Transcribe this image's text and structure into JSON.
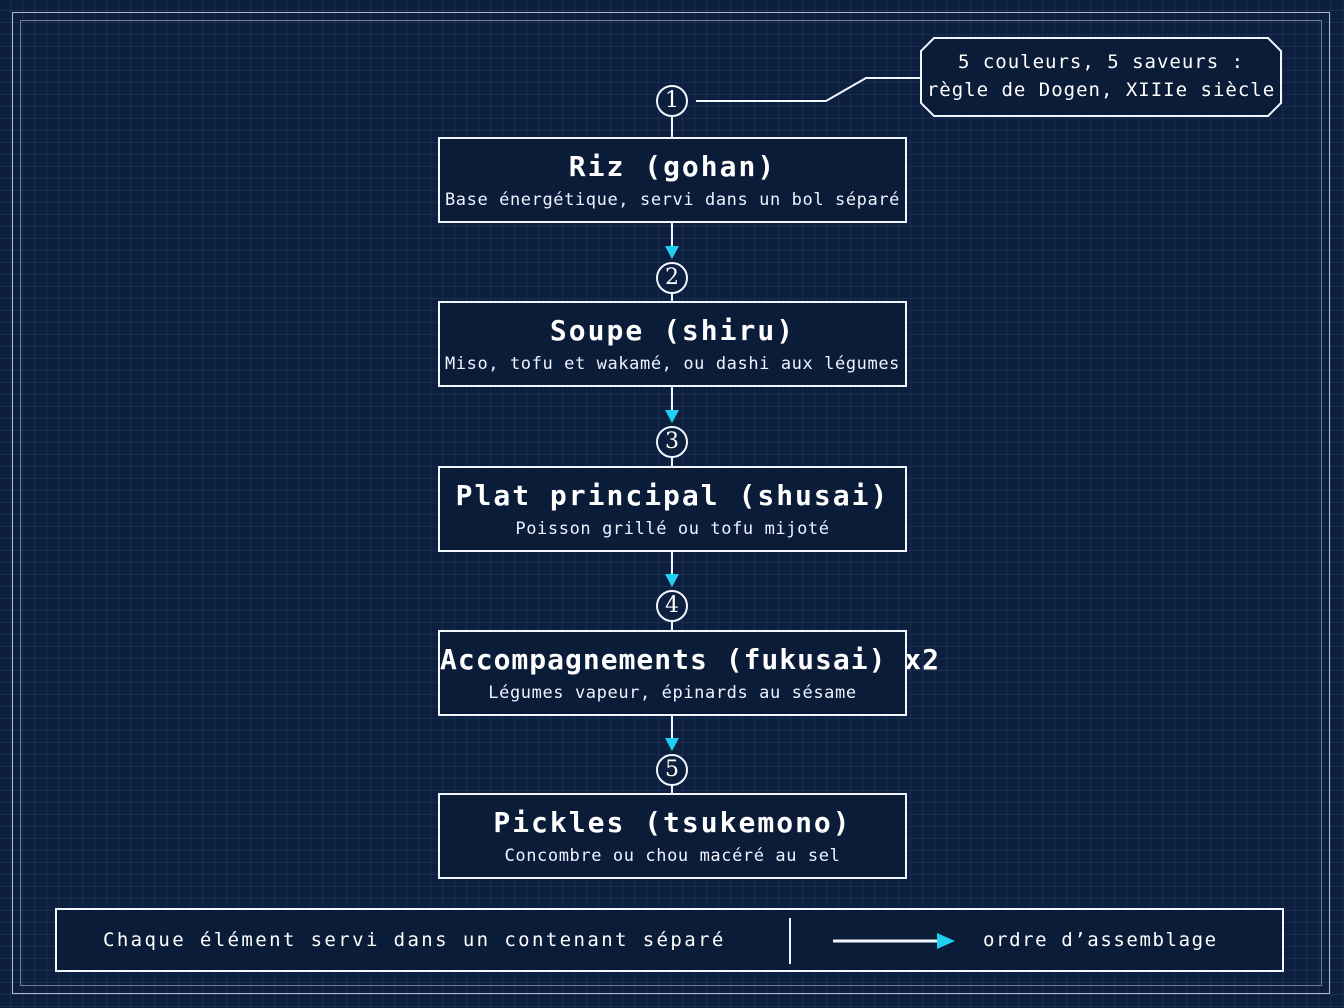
{
  "callout": {
    "line1": "5 couleurs, 5 saveurs :",
    "line2": "règle de Dogen, XIIIe siècle"
  },
  "steps": [
    {
      "number": "1",
      "title": "Riz (gohan)",
      "subtitle": "Base énergétique, servi dans un bol séparé"
    },
    {
      "number": "2",
      "title": "Soupe (shiru)",
      "subtitle": "Miso, tofu et wakamé, ou dashi aux légumes"
    },
    {
      "number": "3",
      "title": "Plat principal (shusai)",
      "subtitle": "Poisson grillé ou tofu mijoté"
    },
    {
      "number": "4",
      "title": "Accompagnements (fukusai) x2",
      "subtitle": "Légumes vapeur, épinards au sésame"
    },
    {
      "number": "5",
      "title": "Pickles (tsukemono)",
      "subtitle": "Concombre ou chou macéré au sel"
    }
  ],
  "footer": {
    "note": "Chaque élément servi dans un contenant séparé",
    "legend": "ordre d’assemblage"
  },
  "colors": {
    "background": "#0d1f3e",
    "line": "#f2f6ff",
    "arrow_accent": "#1fd0f0"
  },
  "icons": {
    "connector_arrow": "arrow-down-icon",
    "legend_arrow": "arrow-right-icon"
  }
}
